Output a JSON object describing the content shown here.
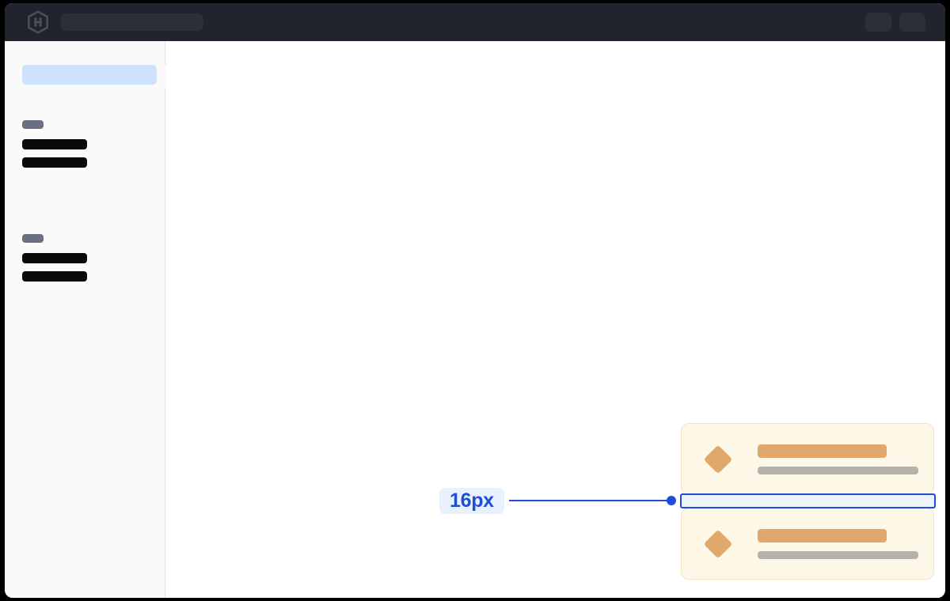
{
  "window": {
    "background_color": "#000000",
    "surface_color": "#ffffff"
  },
  "topbar": {
    "background_color": "#21242c",
    "logo_icon": "hashicorp-hexagon-logo",
    "search": {
      "value": "",
      "placeholder": ""
    },
    "actions": [
      {
        "name": "topbar-chip-1",
        "label": ""
      },
      {
        "name": "topbar-chip-2",
        "label": ""
      }
    ]
  },
  "sidebar": {
    "background_color": "#fafafa",
    "border_color": "#e2e3e8",
    "selected_item": {
      "label": "",
      "highlight_color": "#cfe2fb"
    },
    "collapse_handle": {
      "icon": "sidebar-collapse-handle-icon",
      "label": ""
    },
    "groups": [
      {
        "label": "",
        "label_color": "#6b7080",
        "items": [
          {
            "label": ""
          },
          {
            "label": ""
          }
        ]
      },
      {
        "label": "",
        "label_color": "#6b7080",
        "items": [
          {
            "label": ""
          },
          {
            "label": ""
          }
        ]
      }
    ]
  },
  "main": {
    "background_color": "#ffffff",
    "cards": [
      {
        "icon": "diamond-icon",
        "icon_color": "#e0a86a",
        "background_color": "#fdf7e7",
        "border_color": "#f3e2c4",
        "title": "",
        "subtitle": ""
      },
      {
        "icon": "diamond-icon",
        "icon_color": "#e0a86a",
        "background_color": "#fdf7e7",
        "border_color": "#f3e2c4",
        "title": "",
        "subtitle": ""
      }
    ]
  },
  "measurement_overlay": {
    "value_label": "16px",
    "accent_color": "#1d4ed8",
    "badge_background": "#eaf1fe",
    "gap_fill_color": "#eef3fd",
    "leader_dot": "measurement-endpoint-dot"
  }
}
